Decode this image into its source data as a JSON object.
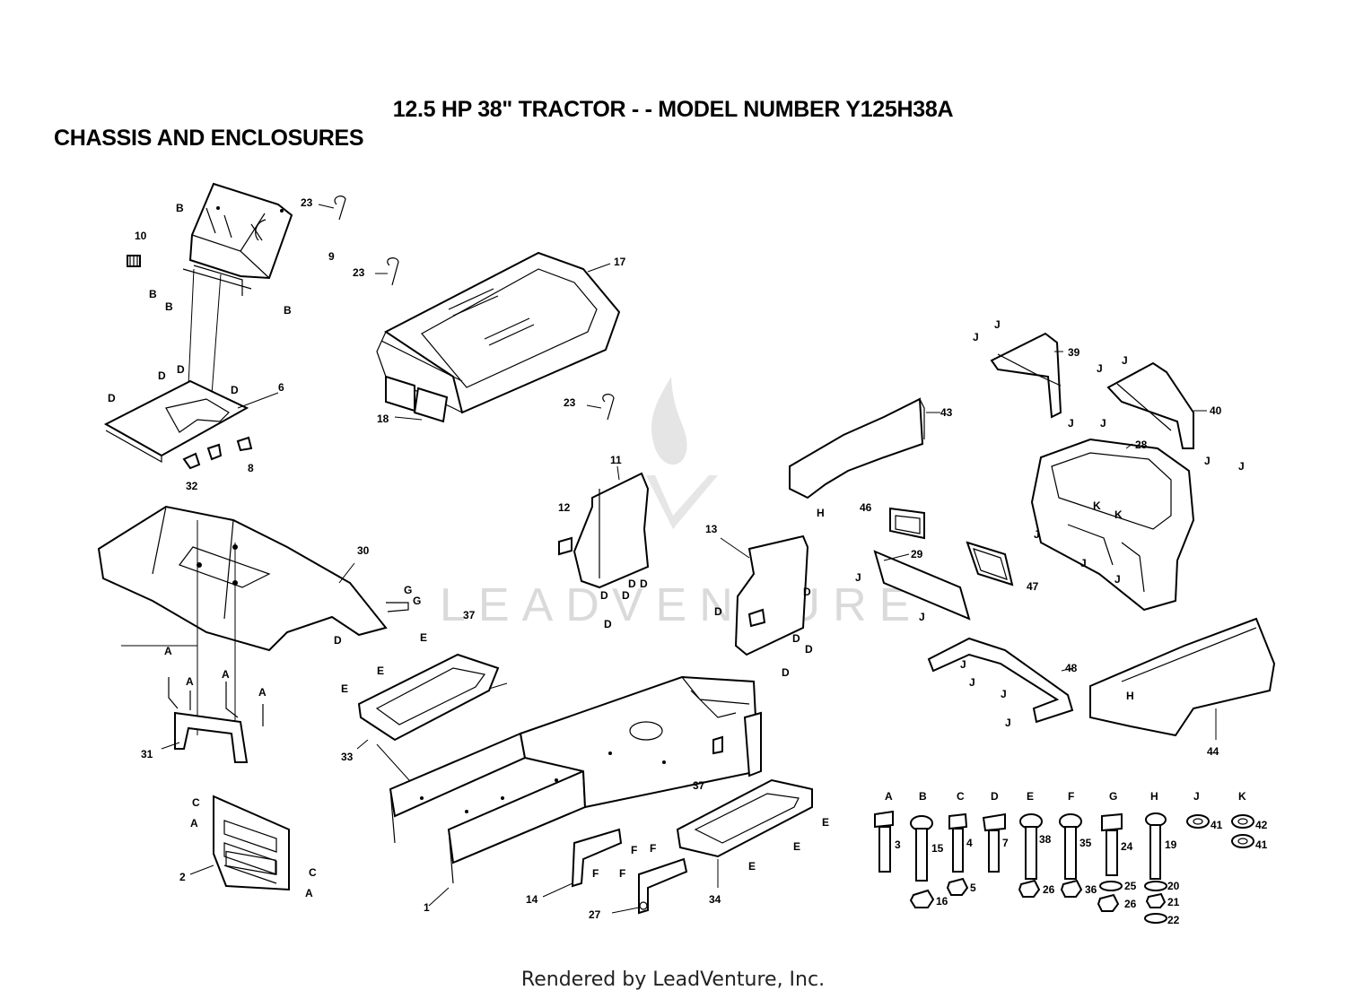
{
  "header": {
    "title": "12.5 HP 38\" TRACTOR - - MODEL NUMBER Y125H38A",
    "subtitle": "CHASSIS AND ENCLOSURES"
  },
  "footer": {
    "text": "Rendered by LeadVenture, Inc."
  },
  "watermark": {
    "text": "LEADVENTURE",
    "color": "#d6d6d6"
  },
  "callouts": {
    "c1": "1",
    "c2": "2",
    "c6": "6",
    "c8": "8",
    "c9": "9",
    "c10": "10",
    "c11": "11",
    "c12": "12",
    "c13": "13",
    "c14": "14",
    "c17": "17",
    "c18": "18",
    "c23a": "23",
    "c23b": "23",
    "c23c": "23",
    "c27": "27",
    "c28": "28",
    "c29": "29",
    "c30": "30",
    "c31": "31",
    "c32": "32",
    "c33": "33",
    "c34": "34",
    "c37a": "37",
    "c37b": "37",
    "c39": "39",
    "c40": "40",
    "c43": "43",
    "c44": "44",
    "c46": "46",
    "c47": "47",
    "c48": "48"
  },
  "hardware": {
    "columns": [
      "A",
      "B",
      "C",
      "D",
      "E",
      "F",
      "G",
      "H",
      "J",
      "K"
    ],
    "parts": {
      "A": [
        "3"
      ],
      "B": [
        "15",
        "16"
      ],
      "C": [
        "4",
        "5"
      ],
      "D": [
        "7"
      ],
      "E": [
        "38",
        "26"
      ],
      "F": [
        "35",
        "36"
      ],
      "G": [
        "24",
        "25",
        "26"
      ],
      "H": [
        "19",
        "20",
        "21",
        "22"
      ],
      "J": [
        "41"
      ],
      "K": [
        "42",
        "41"
      ]
    }
  },
  "letters": {
    "A": "A",
    "B": "B",
    "C": "C",
    "D": "D",
    "E": "E",
    "F": "F",
    "G": "G",
    "H": "H",
    "J": "J",
    "K": "K"
  }
}
